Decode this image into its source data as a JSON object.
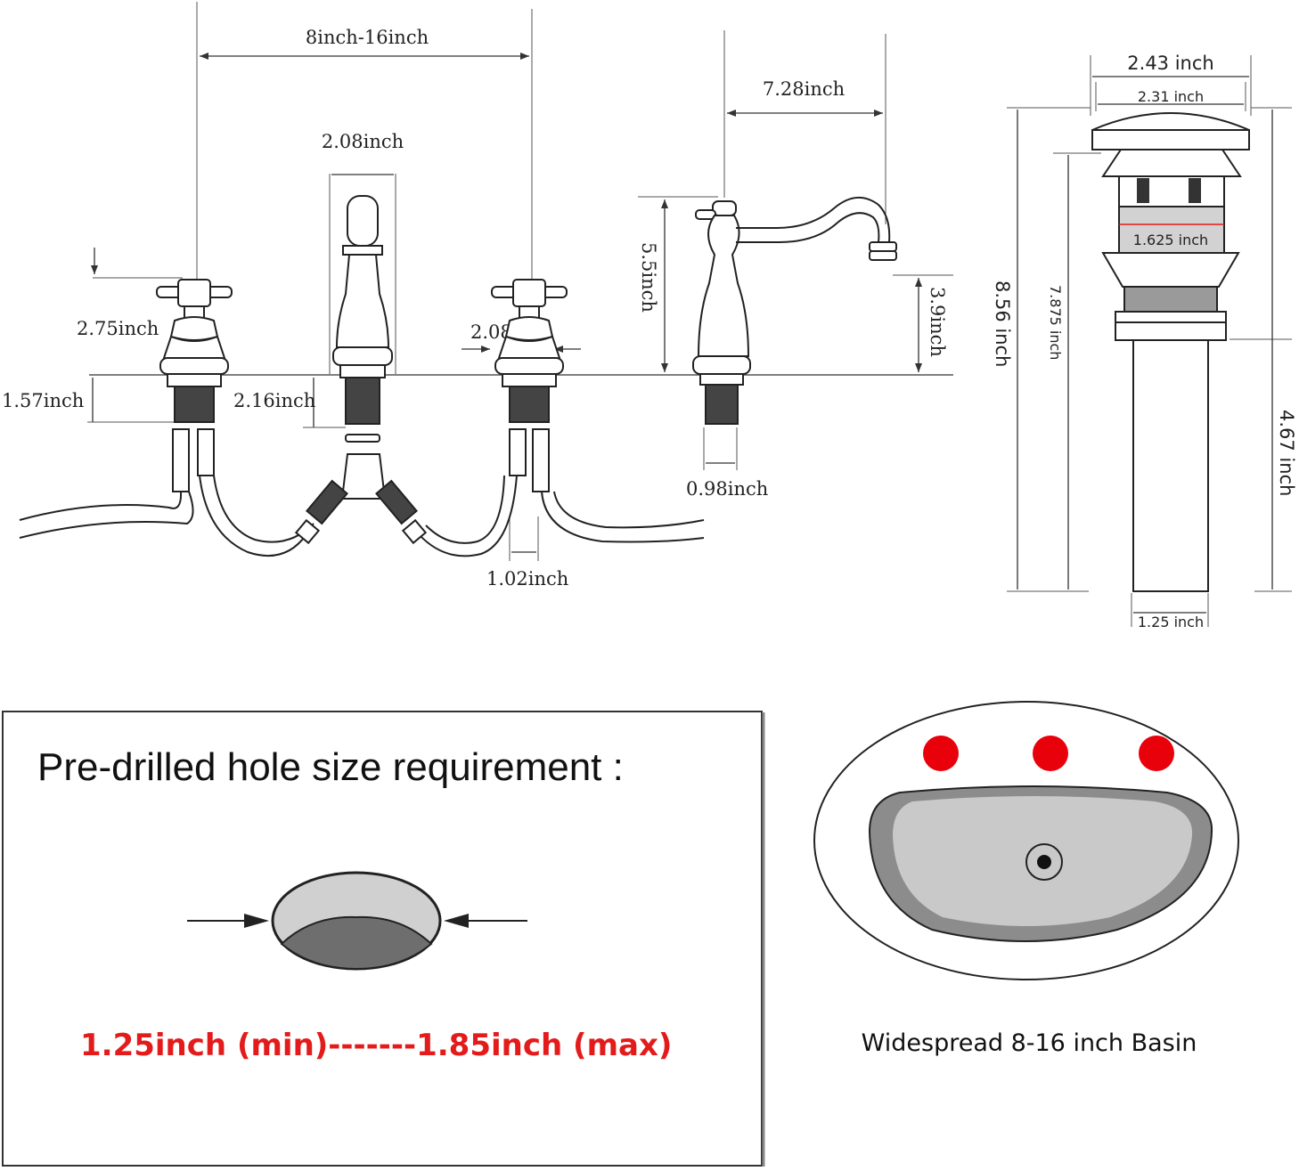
{
  "faucet": {
    "spread": "8inch-16inch",
    "handle_height": "2.75inch",
    "spout_base_width": "2.08inch",
    "handle_base_width": "2.08inch",
    "shank_length_left": "1.57inch",
    "shank_length_center": "2.16inch",
    "spout_reach": "7.28inch",
    "spout_height": "5.5inch",
    "spout_outlet_height": "3.9inch",
    "spout_shank_diameter": "0.98inch",
    "hose_connector": "1.02inch"
  },
  "drain": {
    "top_width": "2.43 inch",
    "inner_width": "2.31 inch",
    "body_width": "1.625 inch",
    "total_height": "8.56 inch",
    "inner_height": "7.875 inch",
    "tail_height": "4.67 inch",
    "tail_diameter": "1.25 inch"
  },
  "hole_requirement": {
    "title": "Pre-drilled hole size requirement :",
    "range": "1.25inch (min)-------1.85inch (max)"
  },
  "basin": {
    "caption": "Widespread 8-16 inch Basin",
    "hole_color": "#e8000b"
  }
}
